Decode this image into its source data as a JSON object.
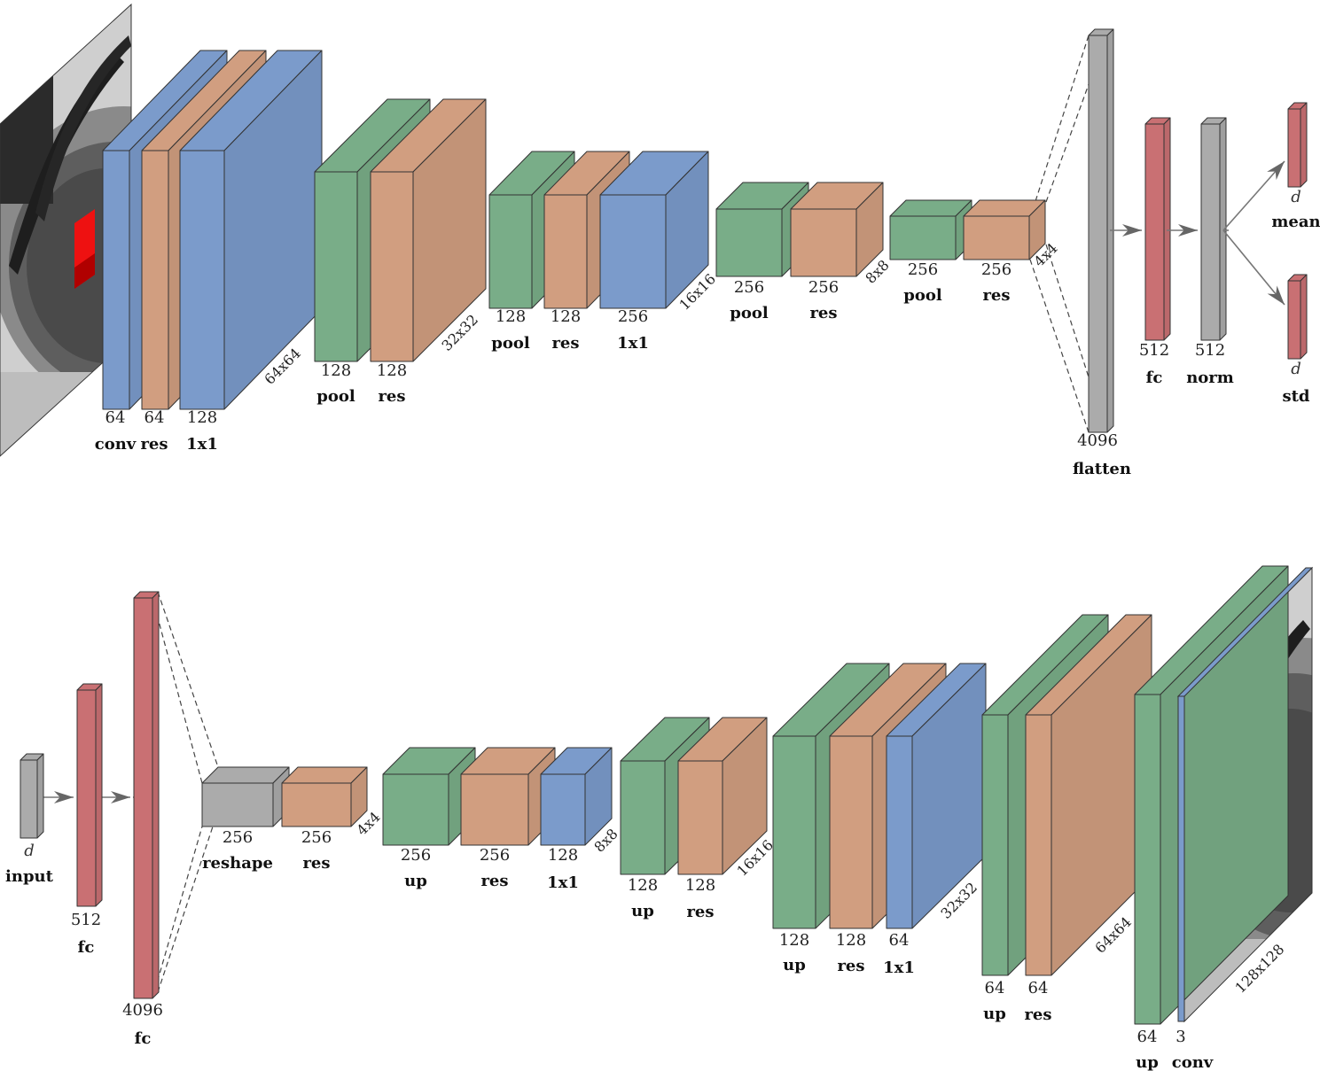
{
  "colors": {
    "conv": "#7B9BCB",
    "res": "#D19E80",
    "pool": "#79AD88",
    "fc": "#C97073",
    "gray": "#ABABAB",
    "slice_red": "#EE1111"
  },
  "encoder": {
    "blocks": [
      {
        "kind": "conv",
        "channels": "64",
        "label": "conv"
      },
      {
        "kind": "res",
        "channels": "64",
        "label": "res"
      },
      {
        "kind": "conv",
        "channels": "128",
        "label": "1x1",
        "dim": "64x64"
      },
      {
        "kind": "pool",
        "channels": "128",
        "label": "pool"
      },
      {
        "kind": "res",
        "channels": "128",
        "label": "res",
        "dim": "32x32"
      },
      {
        "kind": "pool",
        "channels": "128",
        "label": "pool"
      },
      {
        "kind": "res",
        "channels": "128",
        "label": "res"
      },
      {
        "kind": "conv",
        "channels": "256",
        "label": "1x1",
        "dim": "16x16"
      },
      {
        "kind": "pool",
        "channels": "256",
        "label": "pool"
      },
      {
        "kind": "res",
        "channels": "256",
        "label": "res",
        "dim": "8x8"
      },
      {
        "kind": "pool",
        "channels": "256",
        "label": "pool"
      },
      {
        "kind": "res",
        "channels": "256",
        "label": "res",
        "dim": "4x4"
      },
      {
        "kind": "gray",
        "channels": "4096",
        "label": "flatten"
      },
      {
        "kind": "fc",
        "channels": "512",
        "label": "fc"
      },
      {
        "kind": "gray",
        "channels": "512",
        "label": "norm"
      },
      {
        "kind": "fc",
        "channels": "d",
        "label": "mean"
      },
      {
        "kind": "fc",
        "channels": "d",
        "label": "std"
      }
    ]
  },
  "decoder": {
    "blocks": [
      {
        "kind": "gray",
        "channels": "d",
        "label": "input"
      },
      {
        "kind": "fc",
        "channels": "512",
        "label": "fc"
      },
      {
        "kind": "fc",
        "channels": "4096",
        "label": "fc"
      },
      {
        "kind": "gray",
        "channels": "256",
        "label": "reshape"
      },
      {
        "kind": "res",
        "channels": "256",
        "label": "res",
        "dim": "4x4"
      },
      {
        "kind": "pool",
        "channels": "256",
        "label": "up"
      },
      {
        "kind": "res",
        "channels": "256",
        "label": "res"
      },
      {
        "kind": "conv",
        "channels": "128",
        "label": "1x1",
        "dim": "8x8"
      },
      {
        "kind": "pool",
        "channels": "128",
        "label": "up"
      },
      {
        "kind": "res",
        "channels": "128",
        "label": "res",
        "dim": "16x16"
      },
      {
        "kind": "pool",
        "channels": "128",
        "label": "up"
      },
      {
        "kind": "res",
        "channels": "128",
        "label": "res"
      },
      {
        "kind": "conv",
        "channels": "64",
        "label": "1x1",
        "dim": "32x32"
      },
      {
        "kind": "pool",
        "channels": "64",
        "label": "up"
      },
      {
        "kind": "res",
        "channels": "64",
        "label": "res",
        "dim": "64x64"
      },
      {
        "kind": "pool",
        "channels": "64",
        "label": "up"
      },
      {
        "kind": "conv",
        "channels": "3",
        "label": "conv",
        "dim": "128x128"
      }
    ]
  }
}
